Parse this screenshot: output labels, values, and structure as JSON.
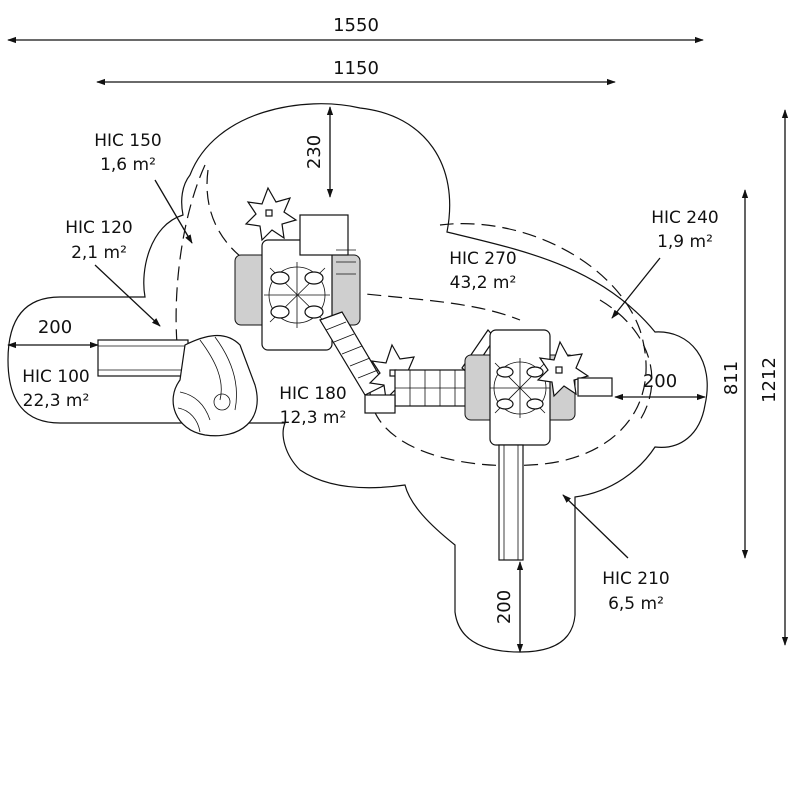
{
  "dimensions": {
    "total_width": "1550",
    "inner_width": "1150",
    "total_depth": "1212",
    "inner_depth": "811",
    "left_clearance": "200",
    "right_clearance": "200",
    "bottom_clearance": "200",
    "top_clearance": "230"
  },
  "zones": [
    {
      "hic": "HIC 150",
      "area": "1,6 m²"
    },
    {
      "hic": "HIC 120",
      "area": "2,1 m²"
    },
    {
      "hic": "HIC 100",
      "area": "22,3 m²"
    },
    {
      "hic": "HIC 270",
      "area": "43,2 m²"
    },
    {
      "hic": "HIC 240",
      "area": "1,9 m²"
    },
    {
      "hic": "HIC 180",
      "area": "12,3 m²"
    },
    {
      "hic": "HIC 210",
      "area": "6,5 m²"
    }
  ]
}
